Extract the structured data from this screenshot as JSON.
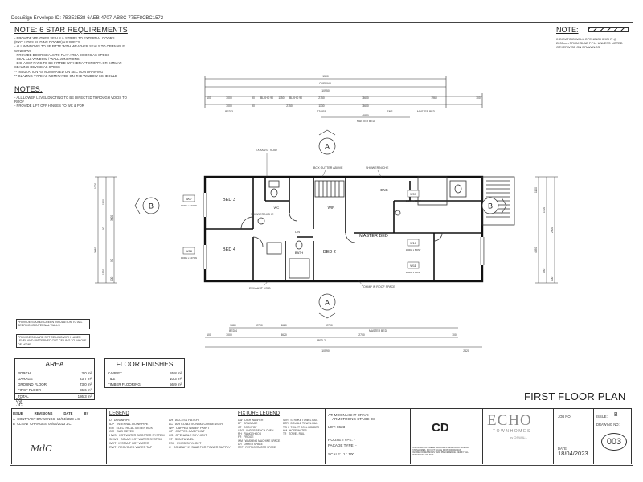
{
  "header": {
    "envelope_id": "DocuSign Envelope ID: 7B3E3E38-6AEB-4707-ABBC-77EF8CBC1572"
  },
  "note_6star": {
    "title": "NOTE: 6 STAR REQUIREMENTS",
    "items": [
      "- PROVIDE WEATHER SEALS & STRIPS TO EXTERNAL DOORS",
      "(EXCLUDES SLIDING DOORS) AS SPECS",
      "- ALL WINDOWS TO BE FITTE WITH WEATHER SEALS TO OPENABLE",
      "WINDOWS",
      "- PROVIDE DOOR SEALS TO FLAT AREA DOORS AS SPECS",
      "- SEAL ALL WINDOW / WALL JUNCTIONS",
      "- EXHAUST FANS TO BE FITTED WITH DRAFT STOPPA OR SIMILAR",
      "SEALING DEVICE AS SPECS",
      "** INSULATION AS NOMINATED ON SECTION DRAWING",
      "** GLAZING TYPE AS NOMINATED ON THE WINDOW SCHEDULE"
    ]
  },
  "notes": {
    "title": "NOTES:",
    "items": [
      "- ALL LOWER LEVEL DUCTING TO BE DIRECTED THROUGH VOIDS TO",
      "ROOF",
      "- PROVIDE LIFT OFF HINGES TO WC & PDR"
    ]
  },
  "right_note": {
    "title": "NOTE:",
    "text": "INDICATING WALL OPENING HEIGHT @ 2200mm FROM SLAB F.F.L. UNLESS NOTED OTHERWISE ON DRAWINGS"
  },
  "plan": {
    "dims_top_overall": [
      "1500",
      "OVERALL",
      "10950"
    ],
    "dims_top_row": [
      "100",
      "3000",
      "90",
      "BLKHD 90",
      "1150",
      "BLKHD 90",
      "2150",
      "3600",
      "1960",
      "100"
    ],
    "dims_top_row2": [
      "3000",
      "90",
      "2150",
      "1130",
      "3600",
      "BED 3",
      "STAIRS",
      "ENS",
      "MASTER BED"
    ],
    "master_bed_dim": [
      "4850",
      "MASTER BED"
    ],
    "dims_bottom": [
      "3680",
      "BED 4",
      "2700",
      "3620",
      "2700",
      "MASTER BED"
    ],
    "dims_bottom2": [
      "100",
      "3000",
      "3620",
      "2700",
      "100",
      "BED 2"
    ],
    "dims_bottom_overall": [
      "10590",
      "2420"
    ],
    "rooms": {
      "bed3": "BED 3",
      "bed4": "BED 4",
      "bed2": "BED 2",
      "master": "MASTER BED",
      "wir": "WIR",
      "ens": "ENS",
      "bath": "BATH",
      "wc": "WC",
      "lin": "LIN"
    },
    "labels": {
      "exhaust_void": "EXHAUST VOID",
      "box_gutter": "BOX GUTTER ABOVE",
      "shower_niche": "SHOWER NICHE",
      "shower_niche2": "SHOWER NICHE",
      "exhaust_void2": "EXHAUST VOID",
      "ohmp_roof": "OHMP IN ROOF SPACE"
    },
    "section_a": "A",
    "section_b": "B",
    "window_tags": [
      "W07",
      "W08",
      "W09",
      "W10",
      "W11"
    ],
    "window_sizes": [
      "1200H x 1070W",
      "1200H x 1070W",
      "1800H x 850W",
      "1800H x 850W",
      "1800H x 850W"
    ],
    "side_dims_left": [
      "1000",
      "1100",
      "3000",
      "90",
      "3080",
      "90",
      "1520",
      "100"
    ],
    "side_dims_right": [
      "1100",
      "1700",
      "2900",
      "4850",
      "150",
      "100"
    ]
  },
  "notes_boxes": {
    "sound": "PROVIDE SOUNDSCREEN INSULATION TO ALL BEDROOMS INTERNAL WALLS",
    "ceiling": "PROVIDE SQUARE SET CEILING WITH LASER LEVEL AND PATTERNED CUT CEILING TO WHOLE OF HOME"
  },
  "area": {
    "title": "AREA",
    "rows": [
      {
        "label": "PORCH",
        "value": "3.0 m²"
      },
      {
        "label": "GARAGE",
        "value": "23.7 m²"
      },
      {
        "label": "GROUND FLOOR",
        "value": "73.0 m²"
      },
      {
        "label": "FIRST FLOOR",
        "value": "86.6 m²"
      },
      {
        "label": "TOTAL",
        "value": "186.3 m²"
      }
    ]
  },
  "finishes": {
    "title": "FLOOR FINISHES",
    "rows": [
      {
        "label": "CARPET",
        "value": "55.8 m²"
      },
      {
        "label": "TILE",
        "value": "10.3 m²"
      },
      {
        "label": "TIMBER FLOORING",
        "value": "56.9 m²"
      }
    ]
  },
  "plan_title": "FIRST FLOOR PLAN",
  "titleblock": {
    "issue_head": [
      "ISSUE",
      "REVISIONS",
      "DATE",
      "BY"
    ],
    "issue_rows": [
      [
        "A",
        "CONTRACT DRAWINGS",
        "18/04/2023",
        "J.C."
      ],
      [
        "B",
        "CLIENT CHANGES",
        "05/06/2023",
        "J.C."
      ]
    ],
    "legend_title": "LEGEND",
    "legend_left": [
      [
        "D",
        "DOWNPIPE"
      ],
      [
        "IDP",
        "INTERNAL DOWNPIPE"
      ],
      [
        "EM",
        "ELECTRICAL METER BOX"
      ],
      [
        "GM",
        "GAS METER"
      ],
      [
        "HWS",
        "HOT WATER BOOSTER SYSTEM"
      ],
      [
        "SHWS",
        "SOLAR HOT WATER SYSTEM"
      ],
      [
        "WHT",
        "INSTANT HOT WATER"
      ],
      [
        "RWT",
        "RECYCLED WATER TAP"
      ]
    ],
    "legend_right": [
      [
        "AH",
        "ACCESS HATCH"
      ],
      [
        "AC",
        "AIR CONDITIONING CONDENSER"
      ],
      [
        "WP",
        "CAPPED WATER POINT"
      ],
      [
        "GP",
        "CAPPED GAS POINT"
      ],
      [
        "OS",
        "OPENABLE SKYLIGHT"
      ],
      [
        "ST",
        "SUN TUNNEL"
      ],
      [
        "FSK",
        "FIXED SKYLIGHT"
      ],
      [
        "C",
        "CONDUIT IN SLAB FOR POWER SUPPLY"
      ]
    ],
    "fixture_title": "FIXTURE LEGEND",
    "fixture_left": [
      [
        "DW",
        "DISH WASHER"
      ],
      [
        "DF",
        "DRAINAGE"
      ],
      [
        "CT",
        "COOKTOP"
      ],
      [
        "UBO",
        "UNDER BENCH OVEN"
      ],
      [
        "RH",
        "RANGEHOOD"
      ],
      [
        "FR",
        "FRIDGE"
      ],
      [
        "WM",
        "WASHING MACHINE SPACE"
      ],
      [
        "DR",
        "DRYER SPACE"
      ],
      [
        "REF",
        "REFRIGERATOR SPACE"
      ]
    ],
    "fixture_right": [
      [
        "STR",
        "STROKE TOWEL RAIL"
      ],
      [
        "DTR",
        "DOUBLE TOWEL RAIL"
      ],
      [
        "TRH",
        "TOILET ROLL HOLDER"
      ],
      [
        "HM",
        "HOSE WATER"
      ],
      [
        "TR",
        "TOWEL RAIL"
      ]
    ],
    "address_label": "AT:",
    "address_line1": "MOONLIGHT DRIVE",
    "address_line2": "ARMSTRONG STAGE 98",
    "lot_label": "LOT:",
    "lot_value": "8623",
    "house_type_label": "HOUSE TYPE:",
    "house_type_value": "-",
    "facade_label": "FACADE TYPE:",
    "facade_value": "-",
    "scale_label": "SCALE:",
    "scale_value": "1 : 100",
    "cd": "CD",
    "brand": "ECHO",
    "brand_sub": "TOWNHOMES",
    "brand_by": "by OSWALL",
    "job_label": "JOB NO:",
    "issue_label": "ISSUE:",
    "issue_value": "B",
    "drawing_label": "DRAWING NO:",
    "drawing_value": "003",
    "date_label": "DATE:",
    "date_value": "18/04/2023",
    "copyright": "COPYRIGHT OF THESE DRAWINGS REMAINS WITH ECHO TOWNHOMES. DO NOT SCALE FROM DRAWINGS. FIGURED DIMENSIONS TAKE PRECEDENCE. VERIFY ALL DIMENSIONS ON SITE."
  },
  "initials": {
    "top": "DS",
    "mid": "JC",
    "sign": "MdC"
  }
}
